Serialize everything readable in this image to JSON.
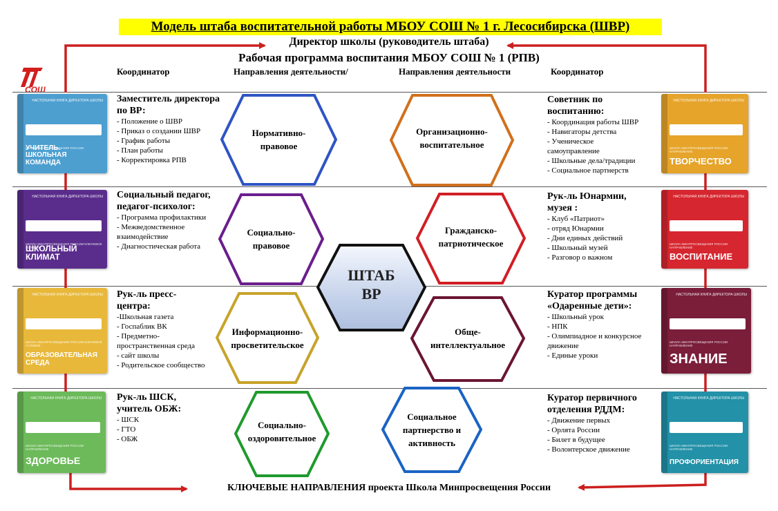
{
  "title": "Модель штаба воспитательной работы МБОУ СОШ № 1 г. Лесосибирска (ШВР)",
  "director": "Директор школы (руководитель штаба)",
  "program": "Рабочая программа воспитания МБОУ СОШ № 1 (РПВ)",
  "logo": {
    "number": "1",
    "text": "СОШ"
  },
  "headers": {
    "left_coordinator": "Координатор",
    "left_directions": "Направления деятельности/",
    "right_directions": "Направления деятельности",
    "right_coordinator": "Координатор"
  },
  "center": {
    "line1": "ШТАБ",
    "line2": "ВР"
  },
  "footer": "КЛЮЧЕВЫЕ НАПРАВЛЕНИЯ проекта Школа Минпросвещения России",
  "left_books": [
    {
      "top": "НАСТОЛЬНАЯ КНИГА ДИРЕКТОРА ШКОЛЫ",
      "mid": "ШКОЛА МИНПРОСВЕЩЕНИЯ РОССИИ",
      "name": "УЧИТЕЛЬ. ШКОЛЬНАЯ КОМАНДА",
      "color": "#4d9fd0"
    },
    {
      "top": "НАСТОЛЬНАЯ КНИГА ДИРЕКТОРА ШКОЛЫ",
      "mid": "ШКОЛА МИНПРОСВЕЩЕНИЯ РОССИИ КЛЮЧЕВОЕ УСЛОВИЕ",
      "name": "ШКОЛЬНЫЙ КЛИМАТ",
      "color": "#5a2d8c"
    },
    {
      "top": "НАСТОЛЬНАЯ КНИГА ДИРЕКТОРА ШКОЛЫ",
      "mid": "ШКОЛА МИНПРОСВЕЩЕНИЯ РОССИИ КЛЮЧЕВОЕ УСЛОВИЕ",
      "name": "ОБРАЗОВАТЕЛЬНАЯ СРЕДА",
      "color": "#e8b83a"
    },
    {
      "top": "НАСТОЛЬНАЯ КНИГА ДИРЕКТОРА ШКОЛЫ",
      "mid": "ШКОЛА МИНПРОСВЕЩЕНИЯ РОССИИ НАПРАВЛЕНИЕ",
      "name": "ЗДОРОВЬЕ",
      "color": "#6cba5a"
    }
  ],
  "right_books": [
    {
      "top": "НАСТОЛЬНАЯ КНИГА ДИРЕКТОРА ШКОЛЫ",
      "mid": "ШКОЛА МИНПРОСВЕЩЕНИЯ РОССИИ НАПРАВЛЕНИЕ",
      "name": "ТВОРЧЕСТВО",
      "color": "#e6a42b"
    },
    {
      "top": "НАСТОЛЬНАЯ КНИГА ДИРЕКТОРА ШКОЛЫ",
      "mid": "ШКОЛА МИНПРОСВЕЩЕНИЯ РОССИИ НАПРАВЛЕНИЕ",
      "name": "ВОСПИТАНИЕ",
      "color": "#d6262f"
    },
    {
      "top": "НАСТОЛЬНАЯ КНИГА ДИРЕКТОРА ШКОЛЫ",
      "mid": "ШКОЛА МИНПРОСВЕЩЕНИЯ РОССИИ НАПРАВЛЕНИЕ",
      "name": "ЗНАНИЕ",
      "color": "#7a1e3a"
    },
    {
      "top": "НАСТОЛЬНАЯ КНИГА ДИРЕКТОРА ШКОЛЫ",
      "mid": "ШКОЛА МИНПРОСВЕЩЕНИЯ РОССИИ НАПРАВЛЕНИЕ",
      "name": "ПРОФОРИЕНТАЦИЯ",
      "color": "#2391a8"
    }
  ],
  "left_blocks": [
    {
      "heading": "Заместитель директора по ВР:",
      "items": [
        "- Положение о ШВР",
        "- Приказ о создании ШВР",
        "- График работы",
        "- План работы",
        "- Корректировка РПВ"
      ]
    },
    {
      "heading": "Социальный педагог, педагог-психолог:",
      "items": [
        "- Программа профилактики",
        "- Межведомственное взаимодействие",
        "- Диагностическая работа"
      ]
    },
    {
      "heading": "Рук-ль пресс-центра:",
      "items": [
        "-Школьная газета",
        "- Госпаблик ВК",
        "- Предметно-пространственная среда",
        "- сайт школы",
        "- Родительское сообщество"
      ]
    },
    {
      "heading": "Рук-ль ШСК, учитель ОБЖ:",
      "items": [
        "- ШСК",
        "- ГТО",
        "- ОБЖ"
      ]
    }
  ],
  "right_blocks": [
    {
      "heading": "Советник по воспитанию:",
      "items": [
        "- Координация работы ШВР",
        "- Навигаторы детства",
        "- Ученическое самоуправление",
        "- Школьные дела/традиции",
        "- Социальное партнерств"
      ]
    },
    {
      "heading": "Рук-ль Юнармии, музея :",
      "items": [
        "- Клуб «Патриот»",
        "- отряд Юнармии",
        "- Дни единых действий",
        "- Школьный музей",
        "- Разговор о важном"
      ]
    },
    {
      "heading": "Куратор программы «Одаренные дети»:",
      "items": [
        "- Школьный урок",
        "- НПК",
        "- Олимпиадное и конкурсное движение",
        "- Единые уроки"
      ]
    },
    {
      "heading": "Куратор первичного отделения РДДМ:",
      "items": [
        "- Движение первых",
        "- Орлята России",
        "- Билет в будущее",
        "- Волонтерское движение"
      ]
    }
  ],
  "left_hexes": [
    {
      "label": "Нормативно-правовое",
      "color": "#2e55c4"
    },
    {
      "label": "Социально-правовое",
      "color": "#6a1e8c"
    },
    {
      "label": "Информационно-просветительское",
      "color": "#c8a32a"
    },
    {
      "label": "Социально-оздоровительное",
      "color": "#1f9a2c"
    }
  ],
  "right_hexes": [
    {
      "label": "Организационно-воспитательное",
      "color": "#d1701c"
    },
    {
      "label": "Гражданско-патриотическое",
      "color": "#d11e24"
    },
    {
      "label": "Обще-интеллектуальное",
      "color": "#6b1532"
    },
    {
      "label": "Социальное партнерство и активность",
      "color": "#1a63c4"
    }
  ],
  "arrow_color": "#cc1f1f"
}
